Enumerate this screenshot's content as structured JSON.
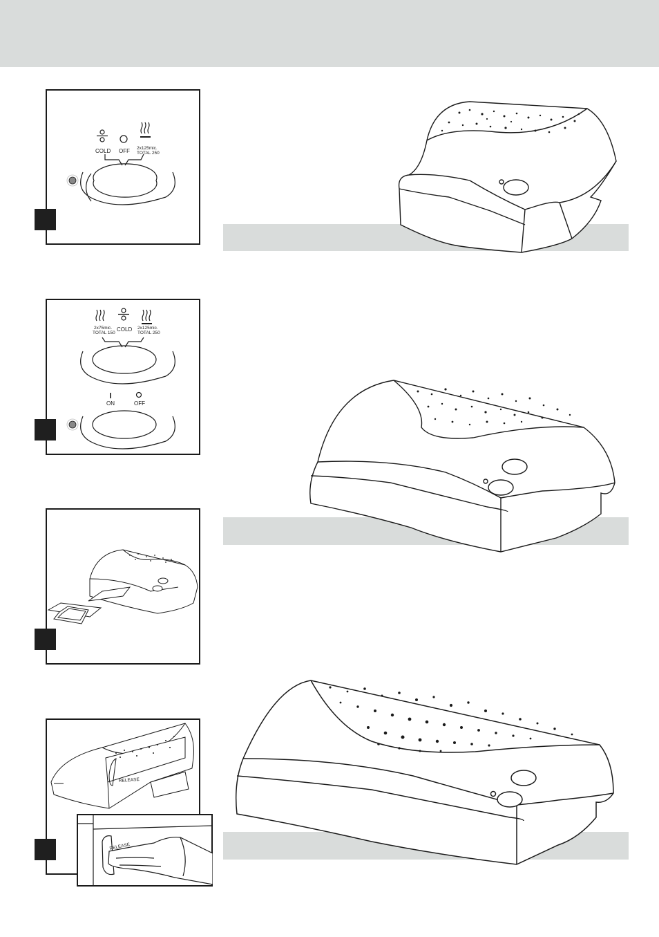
{
  "panel1": {
    "label_cold": "COLD",
    "label_off": "OFF",
    "label_hot_line1": "2x125mic.",
    "label_hot_line2": "TOTAL 250"
  },
  "panel2": {
    "label_left_line1": "2x75mic.",
    "label_left_line2": "TOTAL 150",
    "label_cold": "COLD",
    "label_right_line1": "2x125mic.",
    "label_right_line2": "TOTAL 250",
    "label_on": "ON",
    "label_off": "OFF"
  },
  "panel4": {
    "release_label": "RELEASE"
  },
  "colors": {
    "band": "#d9dcdb",
    "ink": "#1a1a1a",
    "marker": "#1f1f1f"
  }
}
